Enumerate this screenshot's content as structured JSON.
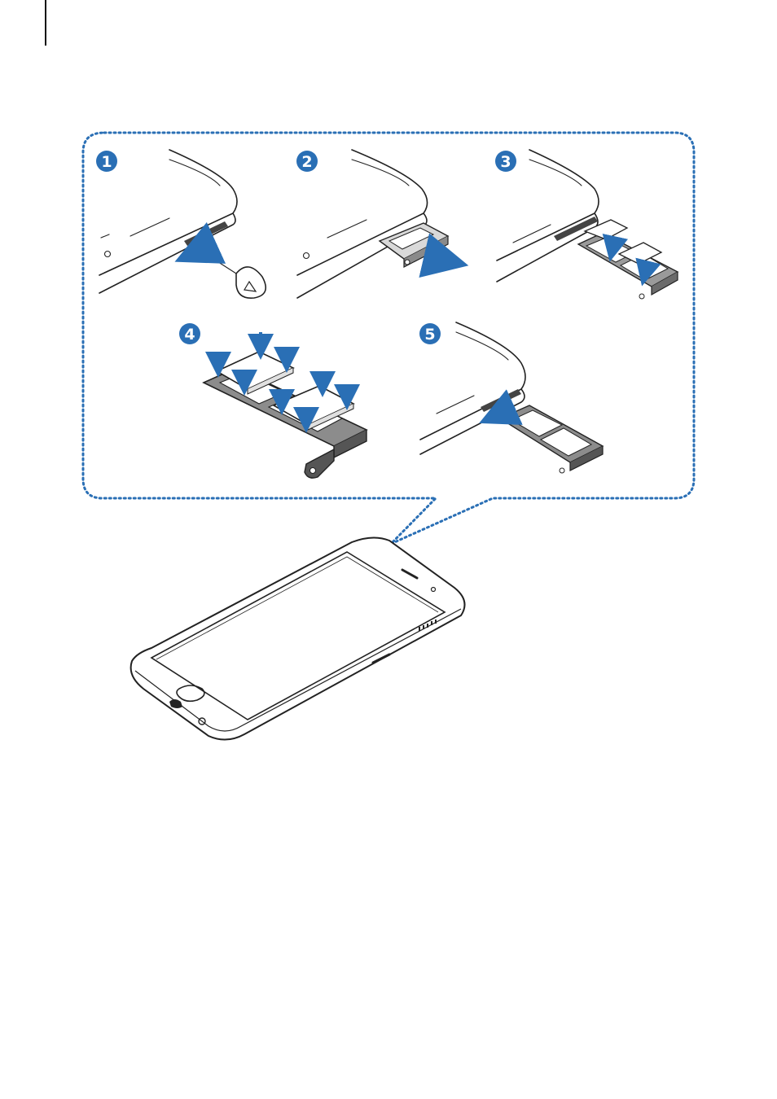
{
  "colors": {
    "accent": "#2a6fb5",
    "callout_border": "#2a6fb5",
    "tray_dark": "#6b6b6b",
    "card": "#ffffff",
    "outline": "#222222"
  },
  "steps": [
    {
      "number": "1",
      "icon": "eject-pin-insert"
    },
    {
      "number": "2",
      "icon": "tray-pull-out"
    },
    {
      "number": "3",
      "icon": "sim-cards-lift"
    },
    {
      "number": "4",
      "icon": "sim-cards-place"
    },
    {
      "number": "5",
      "icon": "tray-insert"
    }
  ]
}
